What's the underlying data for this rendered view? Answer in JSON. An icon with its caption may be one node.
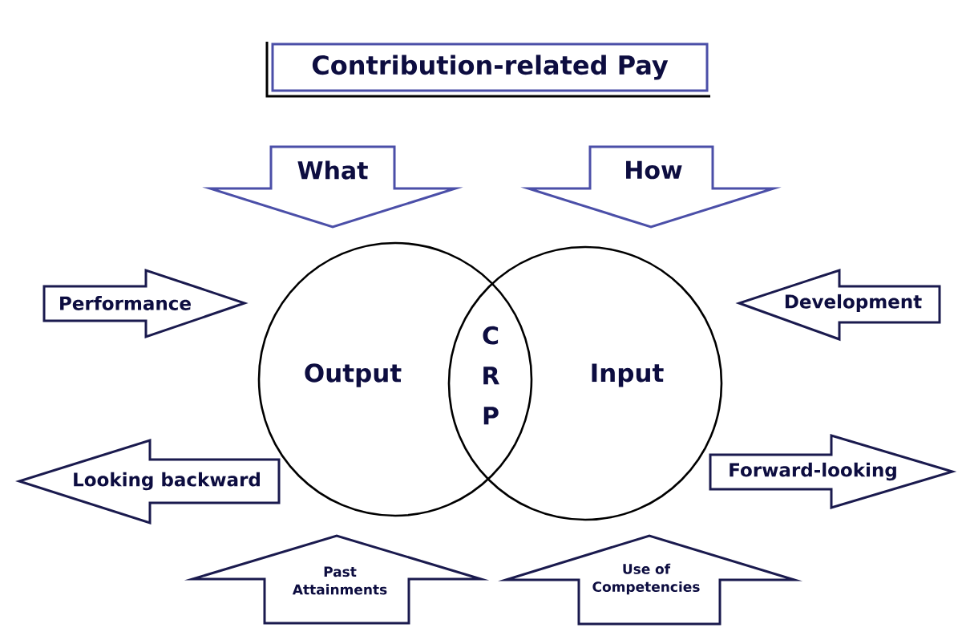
{
  "diagram": {
    "title": "Contribution-related Pay",
    "nodes": [
      {
        "text": [
          "What"
        ]
      },
      {
        "text": [
          "How"
        ]
      },
      {
        "text": [
          "Performance"
        ]
      },
      {
        "text": [
          "Development"
        ]
      },
      {
        "text": [
          "Output"
        ]
      },
      {
        "text": [
          "Input"
        ]
      },
      {
        "text": [
          "Looking backward"
        ]
      },
      {
        "text": [
          "Forward-looking"
        ]
      },
      {
        "text": [
          "Past Attainments"
        ]
      },
      {
        "text": [
          "Use of Competencies"
        ]
      }
    ],
    "labels": [
      "C R P"
    ]
  }
}
